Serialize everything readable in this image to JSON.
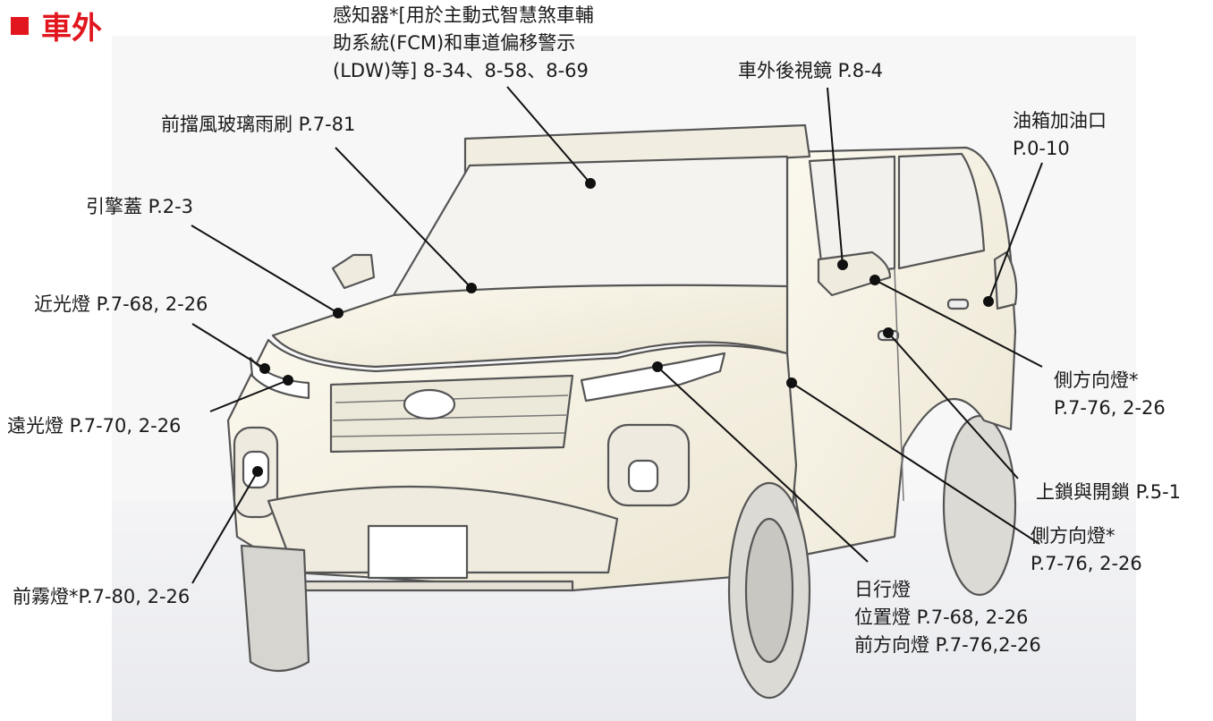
{
  "heading": {
    "text": "車外",
    "color": "#e2161e"
  },
  "labels": {
    "sensor": [
      "感知器*[用於主動式智慧煞車輔",
      "助系統(FCM)和車道偏移警示",
      "(LDW)等] 8-34、8-58、8-69"
    ],
    "wiper": "前擋風玻璃雨刷 P.7-81",
    "hood": "引擎蓋 P.2-3",
    "low_beam": "近光燈 P.7-68, 2-26",
    "high_beam": "遠光燈 P.7-70, 2-26",
    "fog_lamp": "前霧燈*P.7-80, 2-26",
    "mirror": "車外後視鏡 P.8-4",
    "fuel": [
      "油箱加油口",
      "P.0-10"
    ],
    "side_turn_upper": [
      "側方向燈*",
      "P.7-76, 2-26"
    ],
    "lock": "上鎖與開鎖 P.5-1",
    "side_turn_lower": [
      "側方向燈*",
      "P.7-76, 2-26"
    ],
    "drl": [
      "日行燈",
      "位置燈 P.7-68, 2-26",
      "前方向燈 P.7-76,2-26"
    ]
  },
  "colors": {
    "accent": "#e2161e",
    "line": "#111111"
  }
}
